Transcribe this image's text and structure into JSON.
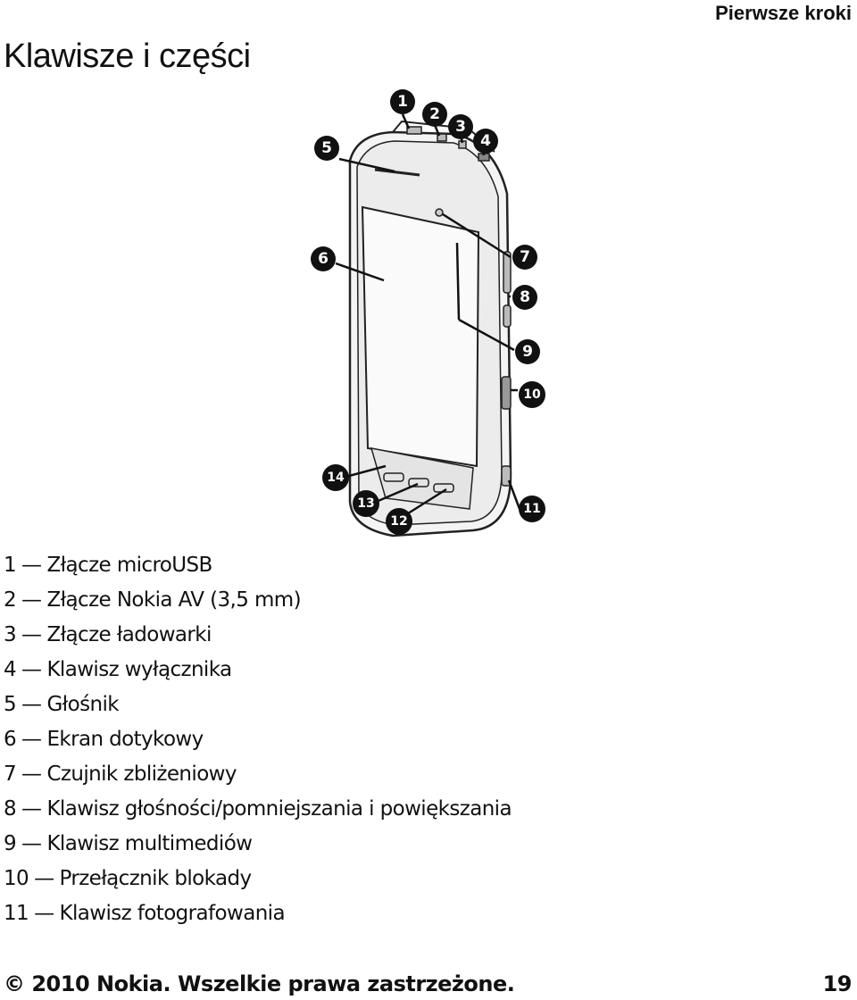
{
  "header": {
    "section": "Pierwsze kroki",
    "title": "Klawisze i części"
  },
  "figure": {
    "callout_numbers": [
      "1",
      "2",
      "3",
      "4",
      "5",
      "6",
      "7",
      "8",
      "9",
      "10",
      "11",
      "12",
      "13",
      "14"
    ]
  },
  "parts": [
    {
      "num": "1",
      "sep": "—",
      "label": "Złącze microUSB"
    },
    {
      "num": "2",
      "sep": "—",
      "label": "Złącze Nokia AV (3,5 mm)"
    },
    {
      "num": "3",
      "sep": "—",
      "label": "Złącze ładowarki"
    },
    {
      "num": "4",
      "sep": "—",
      "label": "Klawisz wyłącznika"
    },
    {
      "num": "5",
      "sep": "—",
      "label": "Głośnik"
    },
    {
      "num": "6",
      "sep": "—",
      "label": "Ekran dotykowy"
    },
    {
      "num": "7",
      "sep": "—",
      "label": "Czujnik zbliżeniowy"
    },
    {
      "num": "8",
      "sep": "—",
      "label": "Klawisz głośności/pomniejszania i powiększania"
    },
    {
      "num": "9",
      "sep": "—",
      "label": "Klawisz multimediów"
    },
    {
      "num": "10",
      "sep": "—",
      "label": "Przełącznik blokady"
    },
    {
      "num": "11",
      "sep": "—",
      "label": "Klawisz fotografowania"
    }
  ],
  "footer": {
    "copyright": "© 2010 Nokia. Wszelkie prawa zastrzeżone.",
    "page_number": "19"
  }
}
